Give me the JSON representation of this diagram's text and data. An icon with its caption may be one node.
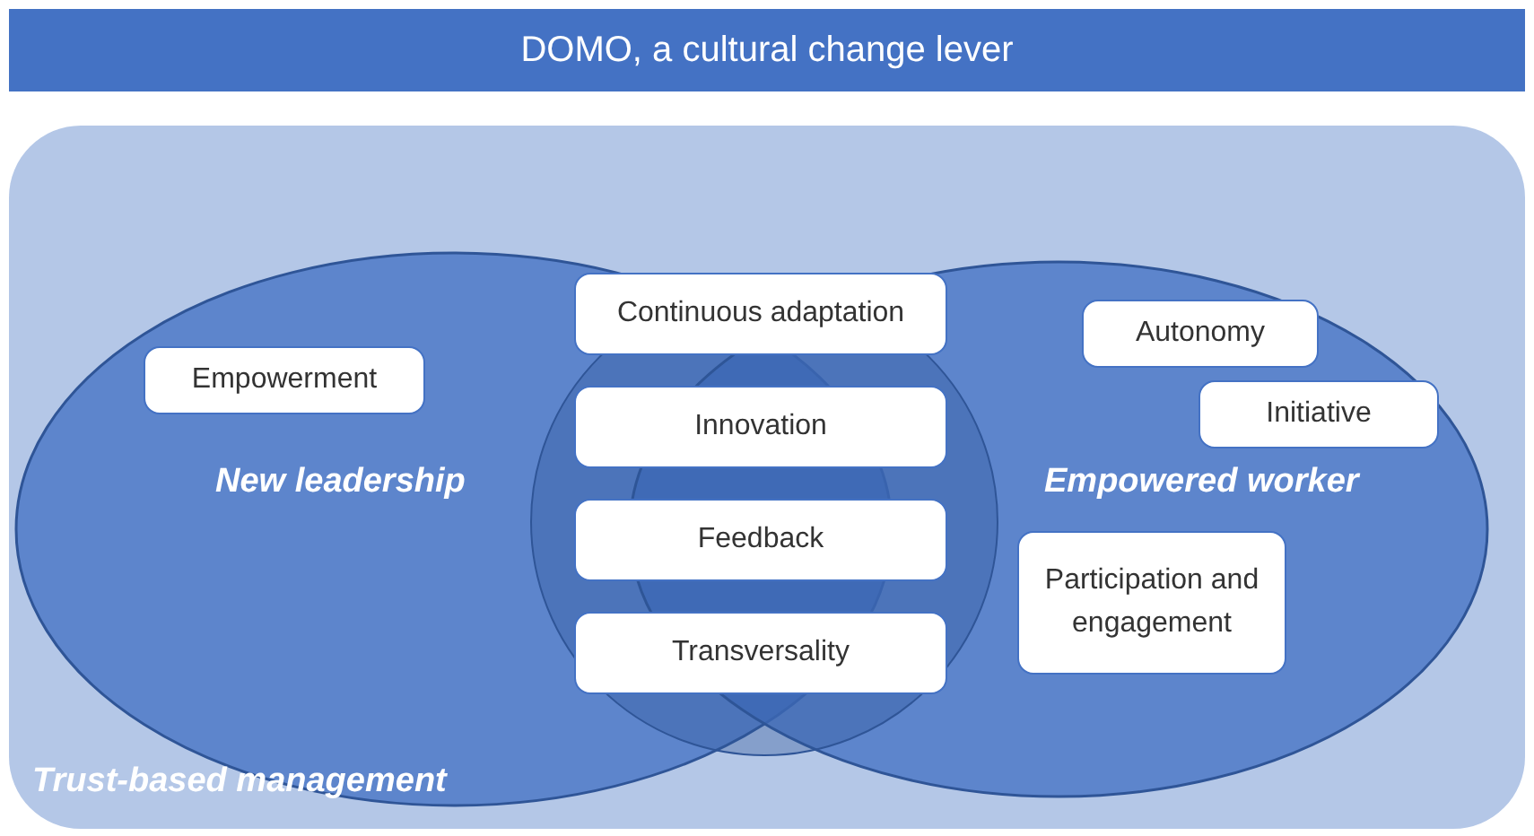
{
  "diagram": {
    "title": "DOMO, a cultural change lever",
    "nodes": [
      {
        "text": [
          "Trust-based management"
        ]
      },
      {
        "text": [
          "New leadership"
        ],
        "in": 0
      },
      {
        "text": [
          "Empowered worker"
        ],
        "in": 0
      },
      {
        "text": [
          "Empowerment"
        ],
        "in": 1
      },
      {
        "text": [
          "Continuous adaptation"
        ],
        "in": 0
      },
      {
        "text": [
          "Innovation"
        ],
        "in": 0
      },
      {
        "text": [
          "Feedback"
        ],
        "in": 0
      },
      {
        "text": [
          "Transversality"
        ],
        "in": 0
      },
      {
        "text": [
          "Autonomy"
        ],
        "in": 2
      },
      {
        "text": [
          "Initiative"
        ],
        "in": 2
      },
      {
        "text": [
          "Participation and engagement"
        ],
        "in": 2
      }
    ],
    "edges": []
  }
}
